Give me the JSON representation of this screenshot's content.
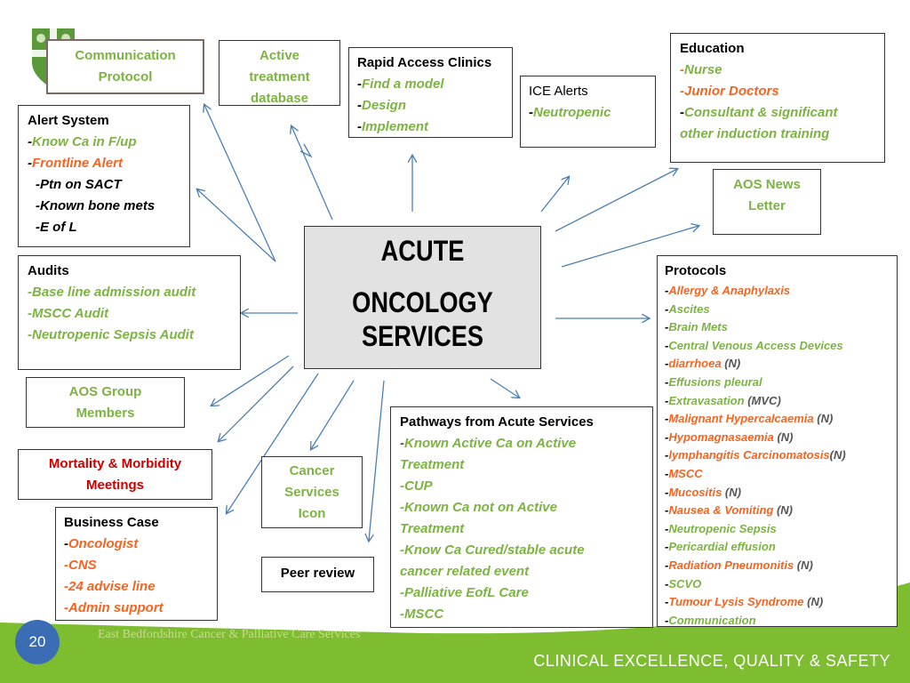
{
  "center": {
    "lines": [
      "ACUTE",
      "ONCOLOGY",
      "SERVICES"
    ]
  },
  "communication_protocol": {
    "lines": [
      "Communication",
      "Protocol"
    ]
  },
  "active_treatment": {
    "lines": [
      "Active",
      "treatment",
      "database"
    ]
  },
  "rapid_access": {
    "title": "Rapid Access Clinics",
    "items": [
      "Find a model",
      "Design",
      "Implement"
    ]
  },
  "ice_alerts": {
    "title": "ICE Alerts",
    "items": [
      "Neutropenic"
    ]
  },
  "education": {
    "title": "Education",
    "items": [
      "Nurse",
      "Junior Doctors",
      "Consultant & significant",
      "other induction training"
    ]
  },
  "aos_news": {
    "lines": [
      "AOS News",
      "Letter"
    ]
  },
  "alert_system": {
    "title": "Alert System",
    "items": [
      "Know Ca in F/up",
      "Frontline Alert",
      "-Ptn on SACT",
      "-Known bone mets",
      "-E of L"
    ]
  },
  "audits": {
    "title": "Audits",
    "items": [
      "Base line admission audit",
      "MSCC Audit",
      "Neutropenic Sepsis Audit"
    ]
  },
  "aos_group": {
    "lines": [
      "AOS Group",
      "Members"
    ]
  },
  "mortality": {
    "lines": [
      "Mortality & Morbidity",
      "Meetings"
    ]
  },
  "business_case": {
    "title": "Business Case",
    "items": [
      "Oncologist",
      "CNS",
      "-24 advise line",
      "Admin support"
    ]
  },
  "cancer_services_icon": {
    "lines": [
      "Cancer",
      "Services",
      "Icon"
    ]
  },
  "peer_review": {
    "label": "Peer review"
  },
  "pathways": {
    "title": "Pathways from Acute Services",
    "items": [
      "Known Active Ca on Active",
      "Treatment",
      "CUP",
      "Known Ca not on Active",
      "Treatment",
      "Know Ca Cured/stable acute",
      "cancer related event",
      "Palliative EofL Care",
      "MSCC"
    ]
  },
  "protocols": {
    "title": "Protocols",
    "items": [
      {
        "text": "Allergy & Anaphylaxis",
        "suffix": ""
      },
      {
        "text": "Ascites",
        "suffix": ""
      },
      {
        "text": "Brain Mets",
        "suffix": ""
      },
      {
        "text": "Central Venous Access Devices",
        "suffix": ""
      },
      {
        "text": "diarrhoea",
        "suffix": " (N)"
      },
      {
        "text": "Effusions pleural",
        "suffix": ""
      },
      {
        "text": "Extravasation",
        "suffix": " (MVC)"
      },
      {
        "text": "Malignant Hypercalcaemia",
        "suffix": " (N)"
      },
      {
        "text": "Hypomagnasaemia",
        "suffix": " (N)"
      },
      {
        "text": "lymphangitis Carcinomatosis",
        "suffix": "(N)"
      },
      {
        "text": "MSCC",
        "suffix": ""
      },
      {
        "text": "Mucositis",
        "suffix": " (N)"
      },
      {
        "text": "Nausea & Vomiting",
        "suffix": " (N)"
      },
      {
        "text": "Neutropenic Sepsis",
        "suffix": ""
      },
      {
        "text": "Pericardial effusion",
        "suffix": ""
      },
      {
        "text": "Radiation Pneumonitis",
        "suffix": " (N)"
      },
      {
        "text": "SCVO",
        "suffix": ""
      },
      {
        "text": "Tumour Lysis Syndrome",
        "suffix": " (N)"
      },
      {
        "text": "Communication",
        "suffix": ""
      }
    ]
  },
  "footer": {
    "page_number": "20",
    "tagline": "CLINICAL EXCELLENCE, QUALITY & SAFETY",
    "org": "East Bedfordshire Cancer & Palliative Care Services"
  },
  "colors": {
    "green": "#7cb342",
    "orange": "#f26522",
    "red": "#cc0000",
    "blue_arrow": "#4a7fb5",
    "footer_green": "#7dbd2f",
    "page_circle": "#3b6db5"
  }
}
